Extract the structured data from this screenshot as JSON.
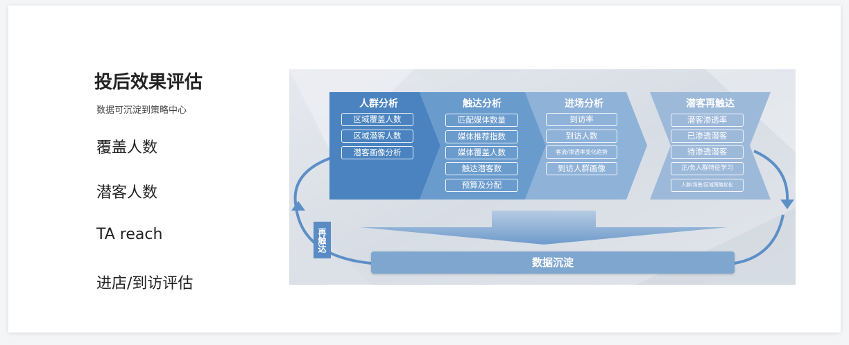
{
  "left": {
    "title": "投后效果评估",
    "subtitle": "数据可沉淀到策略中心",
    "metrics": [
      "覆盖人数",
      "潜客人数",
      "TA reach",
      "进店/到访评估"
    ]
  },
  "diagram": {
    "panels": [
      {
        "title": "人群分析",
        "items": [
          "区域覆盖人数",
          "区域潜客人数",
          "潜客画像分析"
        ]
      },
      {
        "title": "触达分析",
        "items": [
          "匹配媒体数量",
          "媒体推荐指数",
          "媒体覆盖人数",
          "触达潜客数",
          "预算及分配"
        ]
      },
      {
        "title": "进场分析",
        "items": [
          "到访率",
          "到访人数",
          "客流/渗透率变化趋势",
          "到访人群画像"
        ]
      },
      {
        "title": "潜客再触达",
        "items": [
          "潜客渗透率",
          "已渗透潜客",
          "待渗透潜客",
          "正/负人群特征学习",
          "人群/场景/区域策略优化"
        ]
      }
    ],
    "bottom_bar": "数据沉淀",
    "retarget_label": "再触达"
  },
  "colors": {
    "panel1": "#4a83bf",
    "panel2": "#6a9bcd",
    "panel3": "#8fb2d9",
    "panel4": "#9db9da",
    "bar": "#7fa6cf",
    "arrow": "#5d8fc6"
  }
}
